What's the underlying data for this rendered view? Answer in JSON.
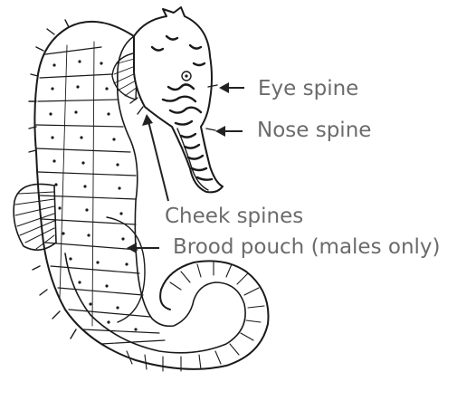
{
  "labels": {
    "eye_spine": "Eye spine",
    "nose_spine": "Nose spine",
    "cheek_spines": "Cheek spines",
    "brood_pouch": "Brood pouch (males only)"
  },
  "colors": {
    "label_text": "#6b6b6b",
    "arrow": "#222222",
    "ink": "#1a1a1a"
  }
}
